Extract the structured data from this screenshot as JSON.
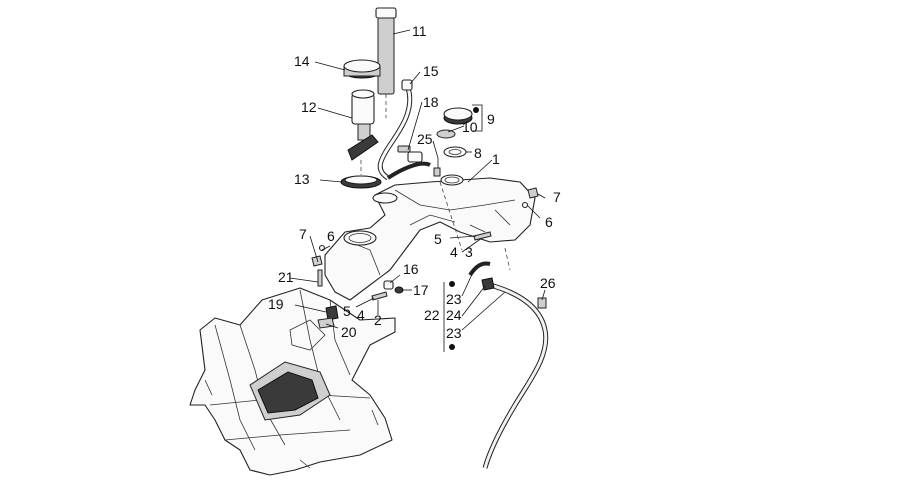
{
  "callouts": {
    "c1": "1",
    "c2": "2",
    "c3": "3",
    "c4a": "4",
    "c4b": "4",
    "c5a": "5",
    "c5b": "5",
    "c6a": "6",
    "c6b": "6",
    "c7a": "7",
    "c7b": "7",
    "c8": "8",
    "c9": "9",
    "c10": "10",
    "c11": "11",
    "c12": "12",
    "c13": "13",
    "c14": "14",
    "c15": "15",
    "c16": "16",
    "c17": "17",
    "c18": "18",
    "c19": "19",
    "c20": "20",
    "c21": "21",
    "c22": "22",
    "c23a": "23",
    "c23b": "23",
    "c24": "24",
    "c25": "25",
    "c26": "26"
  }
}
